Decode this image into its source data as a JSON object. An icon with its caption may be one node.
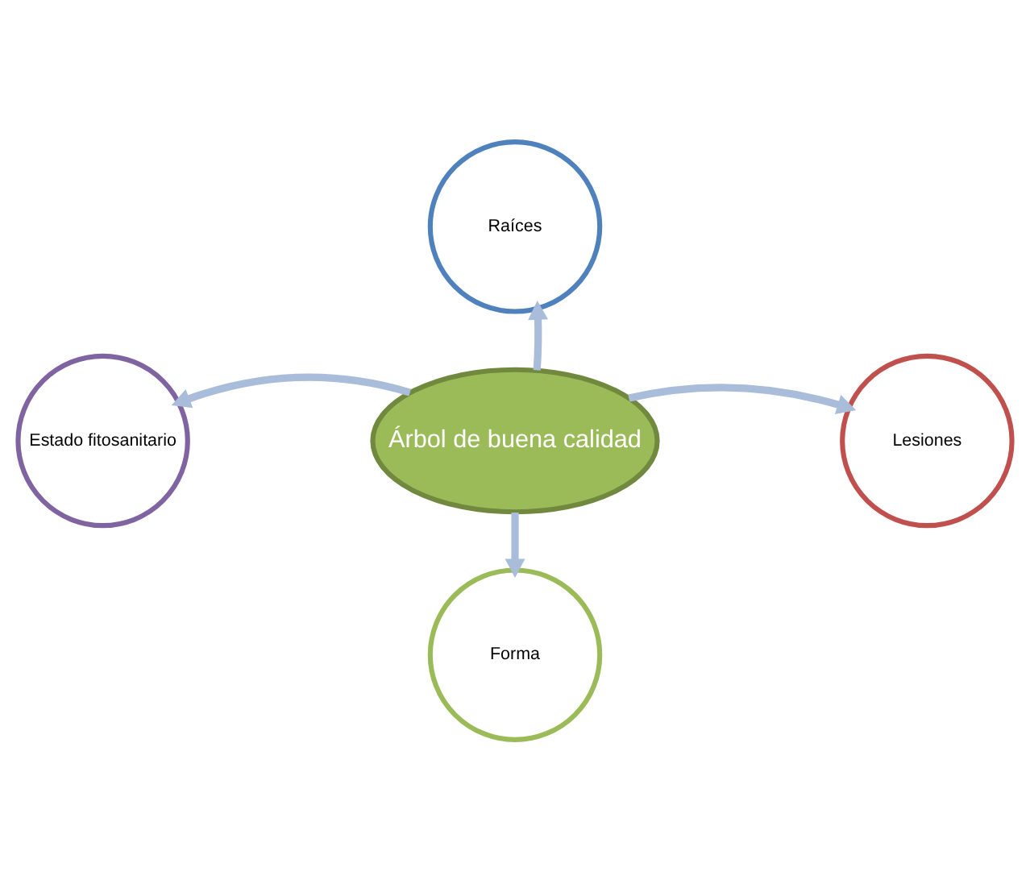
{
  "diagram": {
    "nodes": [
      {
        "text": [
          "Árbol de buena calidad"
        ]
      },
      {
        "text": [
          "Raíces"
        ]
      },
      {
        "text": [
          "Lesiones"
        ]
      },
      {
        "text": [
          "Forma"
        ]
      },
      {
        "text": [
          "Estado fitosanitario"
        ]
      }
    ],
    "edges": [
      {
        "from": 0,
        "to": 1,
        "arrow": "to"
      },
      {
        "from": 0,
        "to": 2,
        "arrow": "to"
      },
      {
        "from": 0,
        "to": 3,
        "arrow": "to"
      },
      {
        "from": 0,
        "to": 4,
        "arrow": "to"
      }
    ]
  }
}
